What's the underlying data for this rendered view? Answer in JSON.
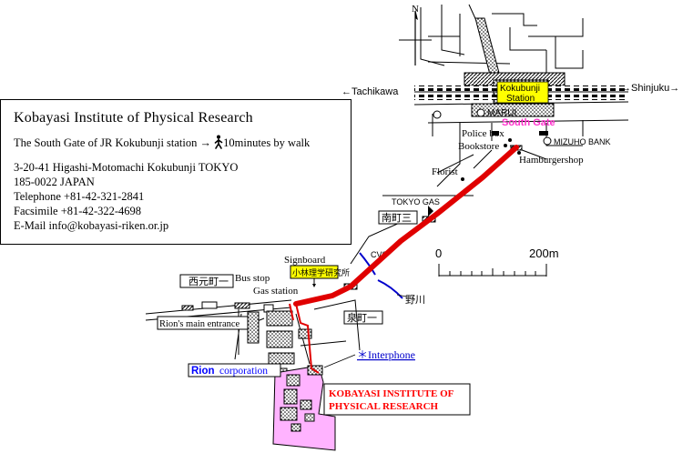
{
  "info": {
    "title": "Kobayasi Institute of Physical Research",
    "directions_prefix": "The South Gate of JR Kokubunji station →",
    "directions_suffix": "10minutes by walk",
    "address_line1": "3-20-41 Higashi-Motomachi Kokubunji TOKYO",
    "address_line2": "185-0022 JAPAN",
    "telephone": "Telephone +81-42-321-2841",
    "facsimile": "Facsimile +81-42-322-4698",
    "email": "E-Mail info@kobayasi-riken.or.jp"
  },
  "map": {
    "north": "N",
    "station_line1": "Kokubunji",
    "station_line2": "Station",
    "south_gate": "South Gate",
    "tachikawa": "←Tachikawa",
    "shinjuku": "→Shinjuku→",
    "marui": "MARUI",
    "police_box": "Police box",
    "bookstore": "Bookstore",
    "mizuho_bank": "MIZUHO BANK",
    "hamburgershop": "Hamburgershop",
    "florist": "Florist",
    "tokyo_gas": "TOKYO GAS",
    "minamicho3": "南町三",
    "cvs": "CVS",
    "signboard": "Signboard",
    "signboard_sign": "小林理学研究所",
    "nogawa": "野川",
    "izumicho1": "泉町一",
    "nishimotomachi1": "西元町一",
    "bus_stop": "Bus stop",
    "gas_station": "Gas station",
    "rions_main_entrance": "Rion's main entrance",
    "interphone": "＊Interphone",
    "rion_name": "Rion",
    "rion_suffix": " corporation",
    "institute_line1": "KOBAYASI INSTITUTE OF",
    "institute_line2": "PHYSICAL RESEARCH",
    "scale_zero": "0",
    "scale_end": "200m"
  },
  "colors": {
    "route": "#e00000",
    "institute_area": "#ffb3ff",
    "station_label_bg": "#ffff00",
    "south_gate_text": "#ff33cc",
    "river": "#0000cc",
    "rion_text": "#0000ff",
    "institute_text": "#ff0000"
  }
}
